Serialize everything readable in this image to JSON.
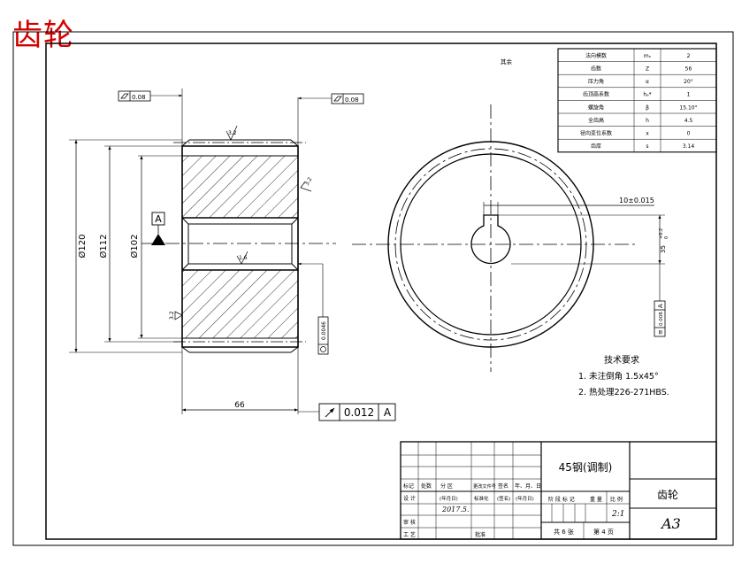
{
  "title_red": "齿轮",
  "note_top": "其余",
  "params": [
    {
      "name": "法向模数",
      "sym": "mₙ",
      "val": "2"
    },
    {
      "name": "齿数",
      "sym": "Z",
      "val": "56"
    },
    {
      "name": "压力角",
      "sym": "α",
      "val": "20°"
    },
    {
      "name": "齿顶高系数",
      "sym": "hₐ*",
      "val": "1"
    },
    {
      "name": "螺旋角",
      "sym": "β",
      "val": "15.10°"
    },
    {
      "name": "全齿高",
      "sym": "h",
      "val": "4.5"
    },
    {
      "name": "径向变位系数",
      "sym": "x",
      "val": "0"
    },
    {
      "name": "齿厚",
      "sym": "s",
      "val": "3.14"
    }
  ],
  "dims": {
    "d120": "Ø120",
    "d112": "Ø112",
    "d102": "Ø102",
    "width": "66",
    "key_width": "10±0.015",
    "key_depth": "35",
    "key_depth_tol_up": "+0.2",
    "key_depth_tol_low": "0",
    "flat_left": "0.08",
    "flat_right": "0.08",
    "runout": "0.012",
    "datum": "A",
    "vert_tol": "0.008",
    "cyl_tol": "0.0046",
    "rough_bore": "1.6",
    "rough_face": "3.2",
    "rough_top": "3.2",
    "rough_chamfer": "3.2",
    "sym_tol": "0.008",
    "sym_datum": "A"
  },
  "tech": {
    "heading": "技术要求",
    "items": [
      "1. 未注倒角 1.5x45°",
      "2. 热处理226-271HBS."
    ]
  },
  "titleblock": {
    "material": "45钢(调制)",
    "part": "齿轮",
    "size": "A3",
    "row1": [
      "标记",
      "处数",
      "分 区",
      "更改文件号",
      "签名",
      "年、月、日"
    ],
    "row2": [
      "设 计",
      "",
      "(年月日)",
      "标准化",
      "(签名)",
      "(年月日)"
    ],
    "date": "2017.5.",
    "row3": [
      "审 核"
    ],
    "row4": [
      "工 艺",
      "批准"
    ],
    "stage_headers": [
      "阶 段 标 记",
      "重 量",
      "比 例"
    ],
    "scale": "2:1",
    "sheets_total": "共 6 张",
    "sheet_no": "第 4 页"
  }
}
